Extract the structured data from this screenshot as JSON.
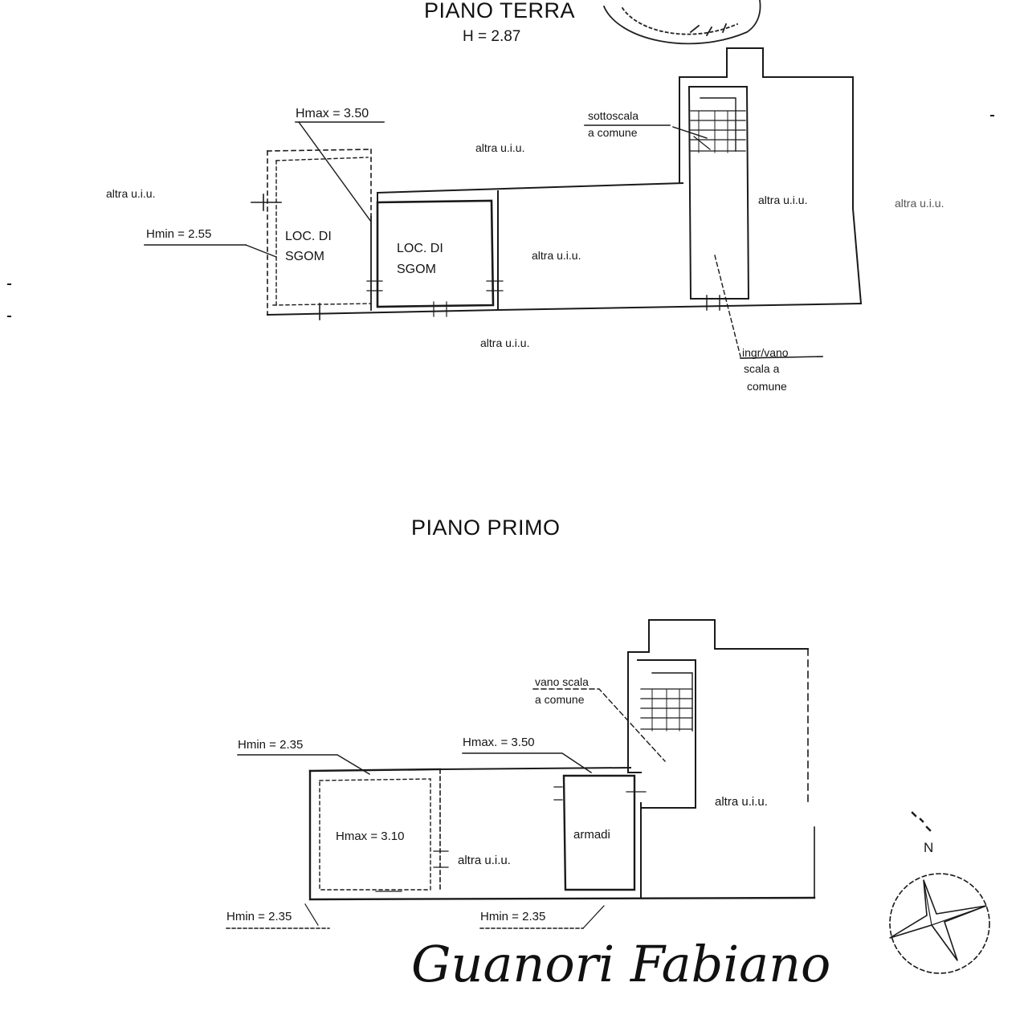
{
  "ground_floor": {
    "title": "PIANO TERRA",
    "height": "H = 2.87",
    "hmax": "Hmax = 3.50",
    "hmin": "Hmin = 2.55",
    "room1_line1": "LOC. DI",
    "room1_line2": "SGOM",
    "room2_line1": "LOC. DI",
    "room2_line2": "SGOM",
    "under_stair_line1": "sottoscala",
    "under_stair_line2": "a comune",
    "entrance_line1": "ingr/vano",
    "entrance_line2": "scala a",
    "entrance_line3": "comune",
    "other_unit_label": "altra u.i.u."
  },
  "first_floor": {
    "title": "PIANO PRIMO",
    "stair_line1": "vano scala",
    "stair_line2": "a comune",
    "hmin_top": "Hmin = 2.35",
    "hmax_top": "Hmax. = 3.50",
    "hmax_room": "Hmax = 3.10",
    "wardrobe": "armadi",
    "hmin_bottom_left": "Hmin = 2.35",
    "hmin_bottom_right": "Hmin = 2.35",
    "other_unit_label": "altra u.i.u."
  },
  "compass": {
    "north": "N"
  },
  "signature": "Guanori Fabiano"
}
